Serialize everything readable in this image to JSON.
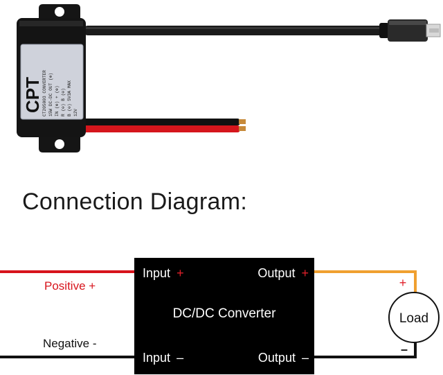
{
  "product": {
    "label_brand": "CPT",
    "label_lines": [
      "CT205003  CONVERTER",
      "15W DC-DC  OUT (⊕)",
      "IN (⊕)    + (⊕)",
      "R (⊖)    B (⊖)",
      "B (⊖)    5V3A MAX",
      "12V"
    ]
  },
  "diagram": {
    "heading": "Connection Diagram:",
    "converter_title": "DC/DC Converter",
    "input_plus_label": "Input",
    "input_plus_sign": "+",
    "output_plus_label": "Output",
    "output_plus_sign": "+",
    "input_minus_label": "Input",
    "input_minus_sign": "–",
    "output_minus_label": "Output",
    "output_minus_sign": "–",
    "positive_label": "Positive +",
    "negative_label": "Negative -",
    "load_label": "Load",
    "load_plus": "+",
    "load_minus": "–",
    "colors": {
      "positive_wire": "#d7141c",
      "output_positive_wire": "#f0a030",
      "negative_wire": "#111111",
      "converter_box": "#000000",
      "sign_red": "#e0202a"
    }
  }
}
